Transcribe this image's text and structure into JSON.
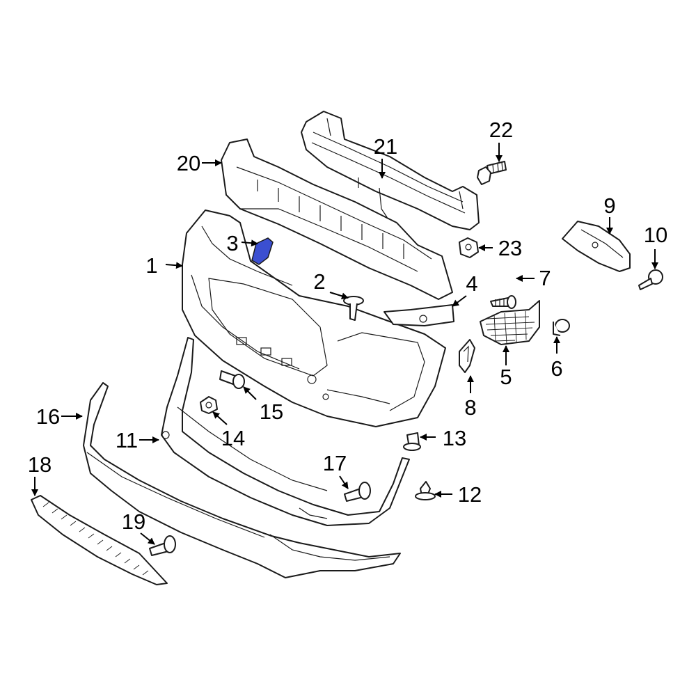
{
  "colors": {
    "line": "#1a1a1a",
    "highlight": "#3b4fd1",
    "background": "#ffffff"
  },
  "callouts": [
    {
      "id": "1",
      "label": "1"
    },
    {
      "id": "2",
      "label": "2"
    },
    {
      "id": "3",
      "label": "3"
    },
    {
      "id": "4",
      "label": "4"
    },
    {
      "id": "5",
      "label": "5"
    },
    {
      "id": "6",
      "label": "6"
    },
    {
      "id": "7",
      "label": "7"
    },
    {
      "id": "8",
      "label": "8"
    },
    {
      "id": "9",
      "label": "9"
    },
    {
      "id": "10",
      "label": "10"
    },
    {
      "id": "11",
      "label": "11"
    },
    {
      "id": "12",
      "label": "12"
    },
    {
      "id": "13",
      "label": "13"
    },
    {
      "id": "14",
      "label": "14"
    },
    {
      "id": "15",
      "label": "15"
    },
    {
      "id": "16",
      "label": "16"
    },
    {
      "id": "17",
      "label": "17"
    },
    {
      "id": "18",
      "label": "18"
    },
    {
      "id": "19",
      "label": "19"
    },
    {
      "id": "20",
      "label": "20"
    },
    {
      "id": "21",
      "label": "21"
    },
    {
      "id": "22",
      "label": "22"
    },
    {
      "id": "23",
      "label": "23"
    }
  ],
  "highlighted_part": "3"
}
